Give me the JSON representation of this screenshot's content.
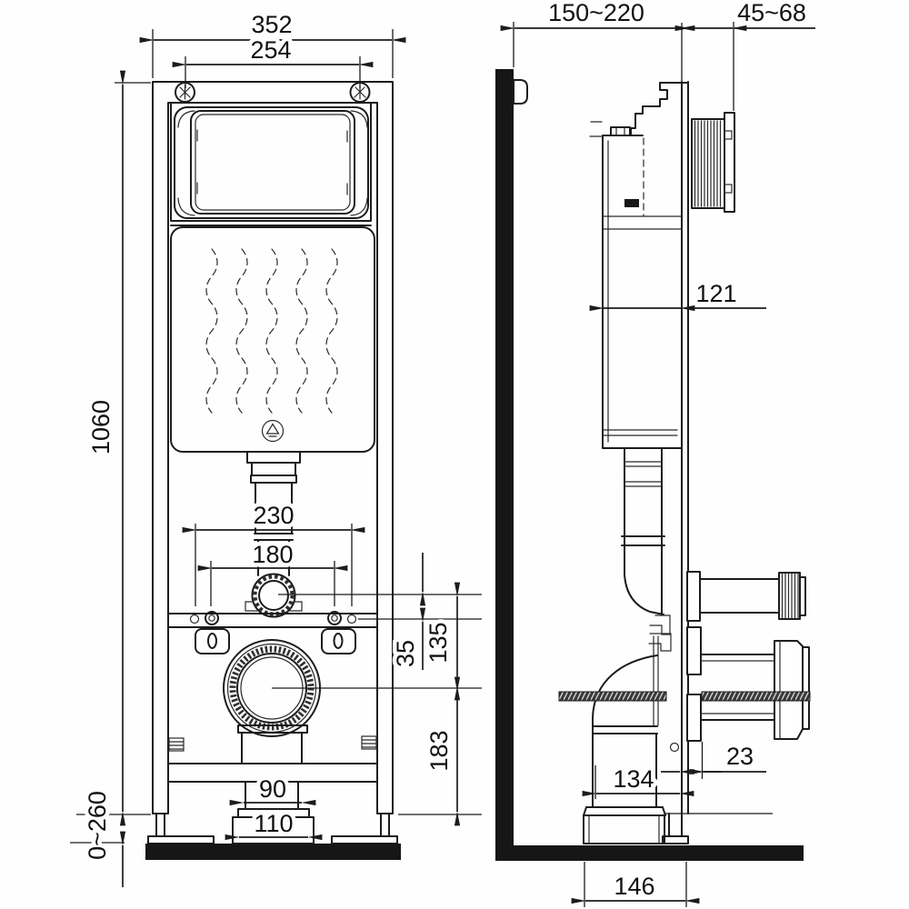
{
  "document": {
    "type": "technical dimension drawing",
    "subject": "wall-hung WC concealed cistern installation frame",
    "views": [
      "front view",
      "side view"
    ]
  },
  "colors": {
    "line": "#1c1c1c",
    "wall_fill": "#161616",
    "background": "#ffffff"
  },
  "dimensions": {
    "front": {
      "overall_width": "352",
      "top_fixing_spacing": "254",
      "frame_height": "1060",
      "fixing_spacing_outer": "230",
      "fixing_spacing_inner": "180",
      "supply_to_fixing_row": "35",
      "supply_to_outlet_center": "135",
      "outlet_center_to_base": "183",
      "outlet_neck_width": "90",
      "outlet_base_width": "110",
      "foot_height_range": "0~260"
    },
    "side": {
      "wall_to_frame_depth": "150~220",
      "actuator_depth_range": "45~68",
      "cistern_depth": "121",
      "frame_to_connector": "23",
      "drain_offset": "134",
      "drain_to_frame_base": "146"
    }
  }
}
